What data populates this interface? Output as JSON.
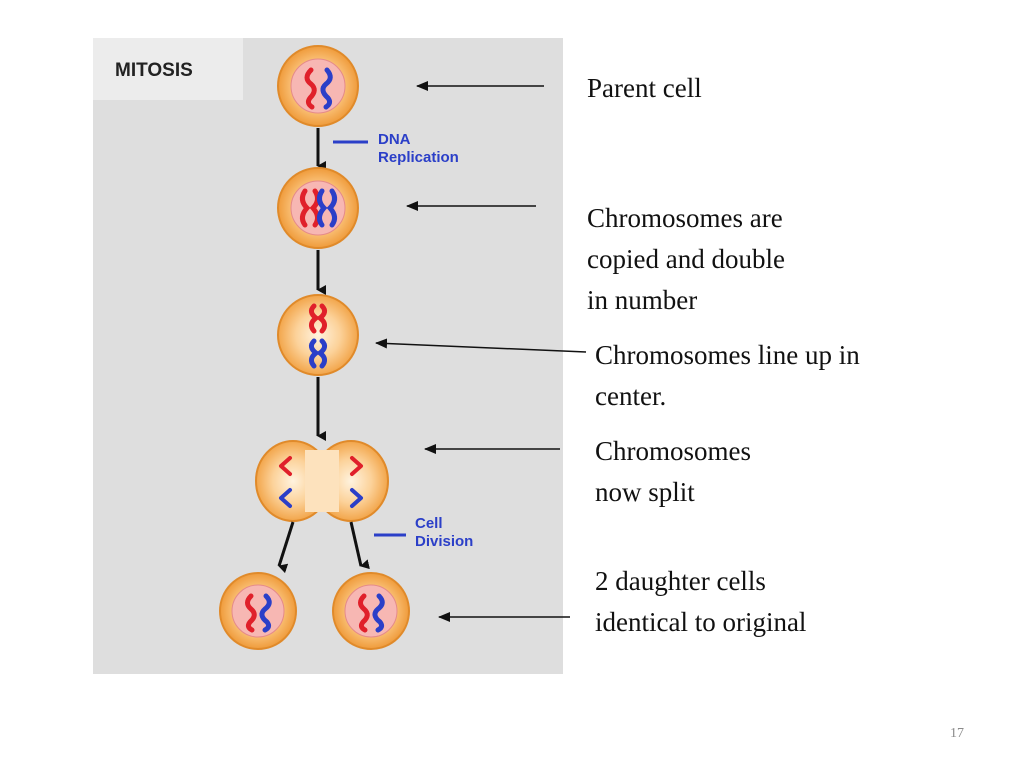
{
  "diagram": {
    "title": "MITOSIS",
    "step_labels": {
      "dna_replication": [
        "DNA",
        "Replication"
      ],
      "cell_division": [
        "Cell",
        "Division"
      ]
    },
    "colors": {
      "panel_background": "#dedede",
      "title_box": "#ececec",
      "cell_outer": "#f2a54a",
      "nucleus": "#f7b7b3",
      "chromosome_red": "#e0202a",
      "chromosome_blue": "#2b3fc8",
      "label_blue": "#2b3fc8"
    }
  },
  "captions": {
    "parent": "Parent cell",
    "copied": "Chromosomes are\ncopied and double\nin number",
    "line_up": "Chromosomes line up in\ncenter.",
    "split": "Chromosomes\nnow split",
    "daughters": "2 daughter cells\nidentical to original"
  },
  "slide_number": "17"
}
